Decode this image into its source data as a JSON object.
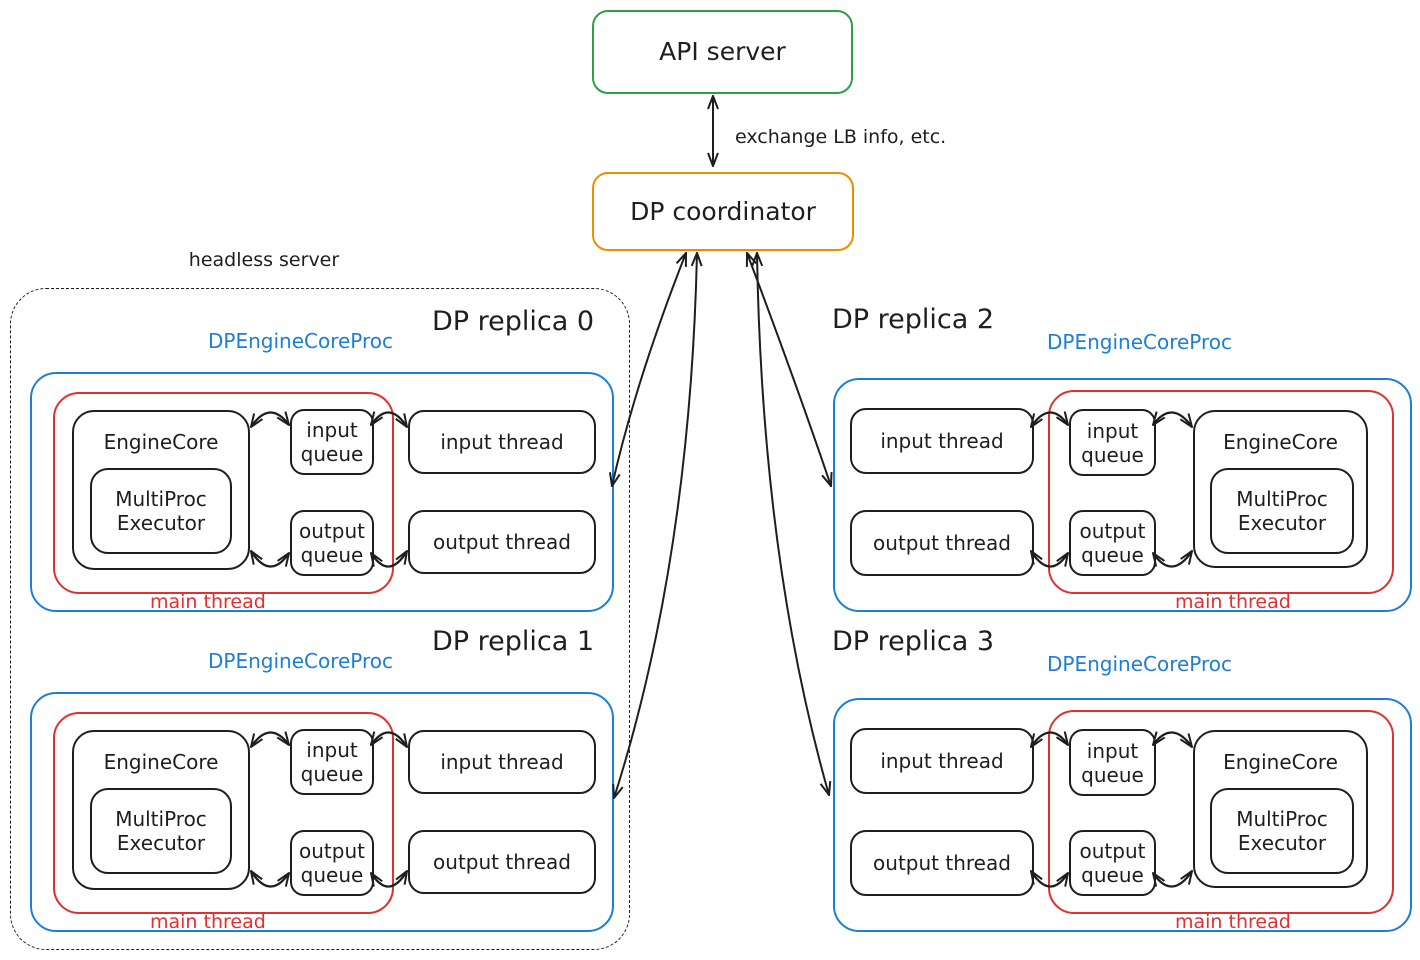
{
  "palette": {
    "green": "#2f9e44",
    "orange": "#f08c00",
    "blue": "#1c7ed6",
    "red": "#e03131",
    "ink": "#1e1e1e",
    "bg": "#ffffff"
  },
  "top": {
    "api_server": "API server",
    "dp_coordinator": "DP coordinator",
    "link_label": "exchange LB info, etc."
  },
  "headless": {
    "label": "headless server"
  },
  "replicas": [
    {
      "title": "DP replica 0",
      "proc": "DPEngineCoreProc",
      "engine": "EngineCore",
      "executor": "MultiProc\nExecutor",
      "input_queue": "input\nqueue",
      "output_queue": "output\nqueue",
      "input_thread": "input thread",
      "output_thread": "output thread",
      "main_thread": "main thread"
    },
    {
      "title": "DP replica 1",
      "proc": "DPEngineCoreProc",
      "engine": "EngineCore",
      "executor": "MultiProc\nExecutor",
      "input_queue": "input\nqueue",
      "output_queue": "output\nqueue",
      "input_thread": "input thread",
      "output_thread": "output thread",
      "main_thread": "main thread"
    },
    {
      "title": "DP replica 2",
      "proc": "DPEngineCoreProc",
      "engine": "EngineCore",
      "executor": "MultiProc\nExecutor",
      "input_queue": "input\nqueue",
      "output_queue": "output\nqueue",
      "input_thread": "input thread",
      "output_thread": "output thread",
      "main_thread": "main thread"
    },
    {
      "title": "DP replica 3",
      "proc": "DPEngineCoreProc",
      "engine": "EngineCore",
      "executor": "MultiProc\nExecutor",
      "input_queue": "input\nqueue",
      "output_queue": "output\nqueue",
      "input_thread": "input thread",
      "output_thread": "output thread",
      "main_thread": "main thread"
    }
  ]
}
